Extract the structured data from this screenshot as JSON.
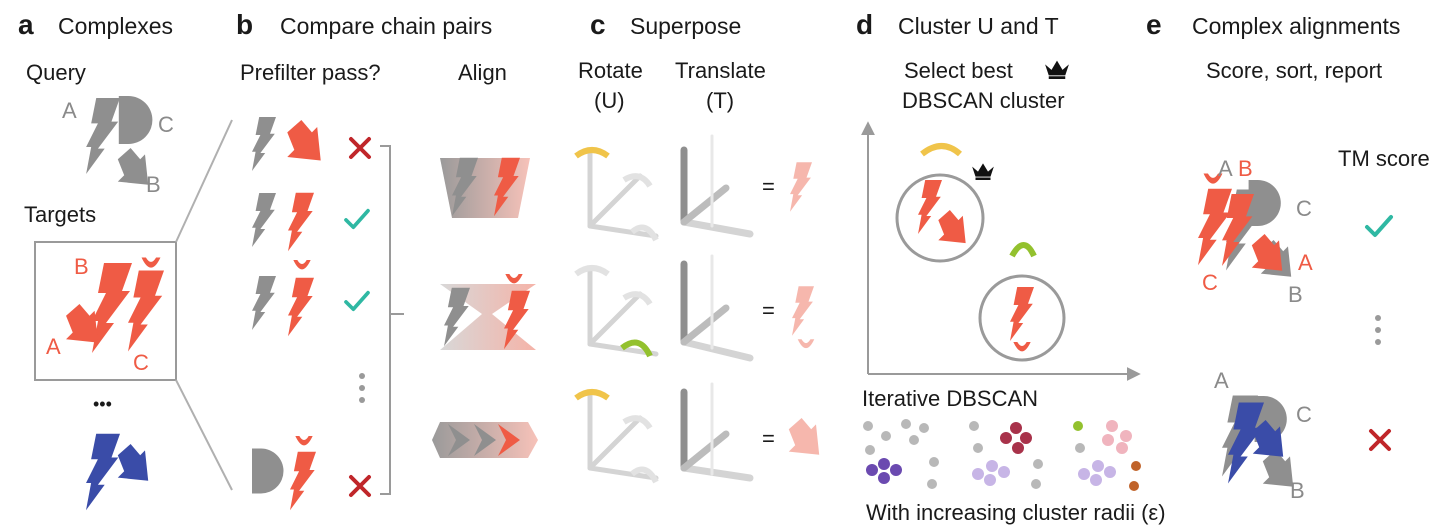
{
  "panels": {
    "a": {
      "letter": "a",
      "title": "Complexes",
      "query": "Query",
      "targets": "Targets",
      "ellipsis": "•••",
      "query_chains": [
        "A",
        "C",
        "B"
      ],
      "target_chains": [
        "B",
        "A",
        "C"
      ]
    },
    "b": {
      "letter": "b",
      "title": "Compare chain pairs",
      "prefilter": "Prefilter pass?",
      "align": "Align",
      "results": [
        "fail",
        "pass",
        "pass",
        "fail"
      ]
    },
    "c": {
      "letter": "c",
      "title": "Superpose",
      "rotate": "Rotate",
      "rotate_sym": "(U)",
      "translate": "Translate",
      "translate_sym": "(T)",
      "equals": "="
    },
    "d": {
      "letter": "d",
      "title": "Cluster U and T",
      "select_line1": "Select best",
      "select_line2": "DBSCAN cluster",
      "iterative": "Iterative DBSCAN",
      "radii": "With increasing cluster radii (ε)"
    },
    "e": {
      "letter": "e",
      "title": "Complex alignments",
      "score_line": "Score, sort, report",
      "tm_score": "TM score",
      "top_chains": [
        "A",
        "B",
        "C",
        "C",
        "A",
        "B"
      ],
      "bottom_chains": [
        "A",
        "C",
        "B"
      ],
      "results": [
        "pass",
        "fail"
      ]
    }
  },
  "colors": {
    "grey": "#8f8f8f",
    "red": "#ef5b45",
    "blue": "#3a4ca8",
    "teal": "#2fb8a3",
    "cross": "#c0262a",
    "yellow": "#f0c44a",
    "green": "#93c12e",
    "light_red": "#f6b7ad"
  }
}
